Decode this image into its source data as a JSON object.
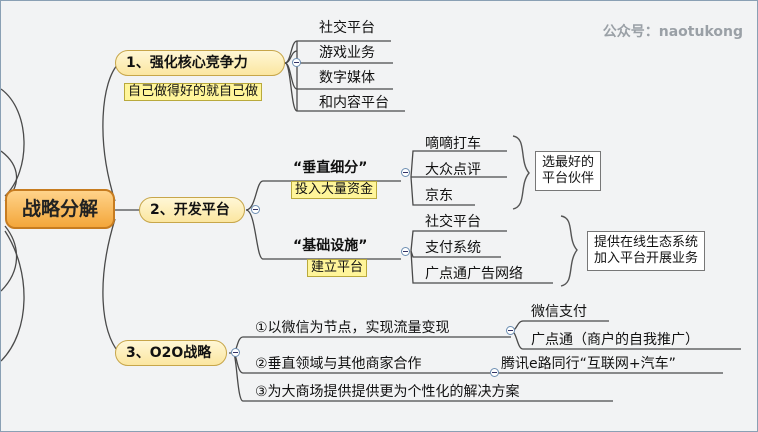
{
  "watermark": "公众号：naotukong",
  "root": "战略分解",
  "branches": {
    "b1": {
      "title": "1、强化核心竞争力",
      "note": "自己做得好的就自己做",
      "items": [
        "社交平台",
        "游戏业务",
        "数字媒体",
        "和内容平台"
      ]
    },
    "b2": {
      "title": "2、开发平台",
      "sub1": {
        "title": "“垂直细分”",
        "note": "投入大量资金",
        "items": [
          "嘀嘀打车",
          "大众点评",
          "京东"
        ],
        "callout": [
          "选最好的",
          "平台伙伴"
        ]
      },
      "sub2": {
        "title": "“基础设施”",
        "note": "建立平台",
        "items": [
          "社交平台",
          "支付系统",
          "广点通广告网络"
        ],
        "callout": [
          "提供在线生态系统",
          "加入平台开展业务"
        ]
      }
    },
    "b3": {
      "title": "3、O2O战略",
      "items": [
        {
          "text": "①以微信为节点，实现流量变现",
          "children": [
            "微信支付",
            "广点通（商户的自我推广）"
          ]
        },
        {
          "text": "②垂直领域与其他商家合作",
          "children": [
            "腾讯e路同行“互联网+汽车”"
          ]
        },
        {
          "text": "③为大商场提供提供更为个性化的解决方案",
          "children": []
        }
      ]
    }
  }
}
